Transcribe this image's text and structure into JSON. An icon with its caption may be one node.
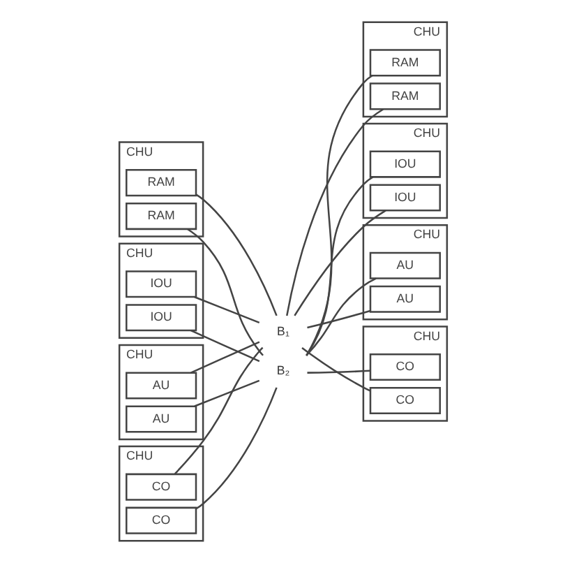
{
  "diagram": {
    "nodes": [
      {
        "text": [
          "CHU"
        ]
      },
      {
        "text": [
          "AU"
        ],
        "in": 0
      },
      {
        "text": [
          "AU"
        ],
        "in": 0
      },
      {
        "text": [
          "CHU"
        ]
      },
      {
        "text": [
          "AU"
        ],
        "in": 3
      },
      {
        "text": [
          "AU"
        ],
        "in": 3
      },
      {
        "text": [
          "CHU"
        ]
      },
      {
        "text": [
          "CO"
        ],
        "in": 6
      },
      {
        "text": [
          "CO"
        ],
        "in": 6
      },
      {
        "text": [
          "CHU"
        ]
      },
      {
        "text": [
          "CO"
        ],
        "in": 9
      },
      {
        "text": [
          "CO"
        ],
        "in": 9
      },
      {
        "text": [
          "CHU"
        ]
      },
      {
        "text": [
          "RAM"
        ],
        "in": 12
      },
      {
        "text": [
          "RAM"
        ],
        "in": 12
      },
      {
        "text": [
          "CHU"
        ]
      },
      {
        "text": [
          "RAM"
        ],
        "in": 15
      },
      {
        "text": [
          "RAM"
        ],
        "in": 15
      },
      {
        "text": [
          "CHU"
        ]
      },
      {
        "text": [
          "IOU"
        ],
        "in": 18
      },
      {
        "text": [
          "IOU"
        ],
        "in": 18
      },
      {
        "text": [
          "CHU"
        ]
      },
      {
        "text": [
          "IOU"
        ],
        "in": 21
      },
      {
        "text": [
          "IOU"
        ],
        "in": 21
      },
      {
        "text": [
          "B₁"
        ]
      },
      {
        "text": [
          "B₂"
        ]
      }
    ],
    "edges": [
      {
        "from": 1,
        "to": 25,
        "arrow": "none"
      },
      {
        "from": 4,
        "to": 25,
        "arrow": "none"
      },
      {
        "from": 2,
        "to": 24,
        "arrow": "none"
      },
      {
        "from": 5,
        "to": 24,
        "arrow": "none"
      },
      {
        "from": 7,
        "to": 25,
        "arrow": "none"
      },
      {
        "from": 10,
        "to": 25,
        "arrow": "none"
      },
      {
        "from": 8,
        "to": 24,
        "arrow": "none"
      },
      {
        "from": 11,
        "to": 24,
        "arrow": "none"
      },
      {
        "from": 13,
        "to": 25,
        "arrow": "none"
      },
      {
        "from": 16,
        "to": 25,
        "arrow": "none"
      },
      {
        "from": 14,
        "to": 24,
        "arrow": "none"
      },
      {
        "from": 17,
        "to": 24,
        "arrow": "none"
      },
      {
        "from": 19,
        "to": 25,
        "arrow": "none"
      },
      {
        "from": 22,
        "to": 25,
        "arrow": "none"
      },
      {
        "from": 20,
        "to": 24,
        "arrow": "none"
      },
      {
        "from": 23,
        "to": 24,
        "arrow": "none"
      }
    ]
  }
}
